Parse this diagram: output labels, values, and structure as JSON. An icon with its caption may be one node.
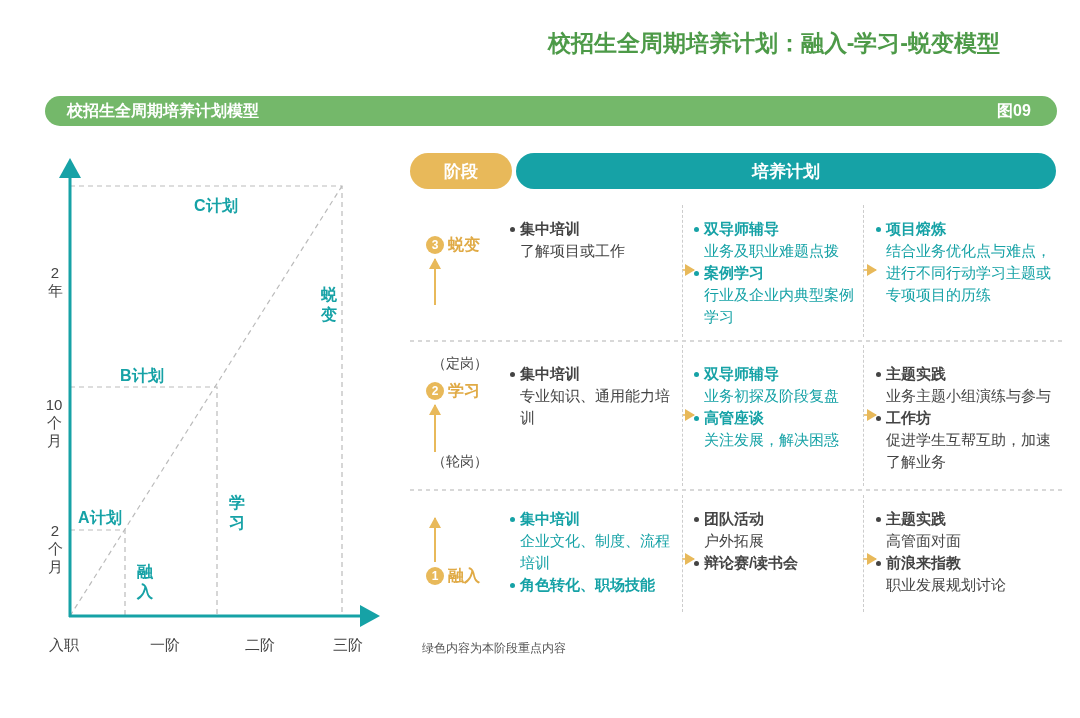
{
  "diagram": {
    "title": "校招生全周期培养计划：融入-学习-蜕变模型",
    "nodes": [
      {
        "text": [
          "阶段"
        ]
      },
      {
        "text": [
          "培养计划"
        ]
      },
      {
        "text": [
          "3",
          "蜕变"
        ]
      },
      {
        "text": [
          "集中培训",
          "了解项目或工作"
        ]
      },
      {
        "text": [
          "双导师辅导",
          "业务及职业难题点拨",
          "案例学习",
          "行业及企业内典型案例学习"
        ]
      },
      {
        "text": [
          "项目熔炼",
          "结合业务优化点与难点，进行不同行动学习主题或专项项目的历练"
        ]
      },
      {
        "text": [
          "2",
          "学习"
        ],
        "beside": [
          "（定岗）"
        ]
      },
      {
        "text": [
          "集中培训",
          "专业知识、通用能力培训"
        ]
      },
      {
        "text": [
          "双导师辅导",
          "业务初探及阶段复盘",
          "高管座谈",
          "关注发展，解决困惑"
        ]
      },
      {
        "text": [
          "主题实践",
          "业务主题小组演练与参与",
          "工作坊",
          "促进学生互帮互助，加速了解业务"
        ]
      },
      {
        "text": [
          "1",
          "融入"
        ]
      },
      {
        "text": [
          "集中培训",
          "企业文化、制度、流程培训",
          "角色转化、职场技能"
        ]
      },
      {
        "text": [
          "团队活动",
          "户外拓展",
          "辩论赛/读书会"
        ]
      },
      {
        "text": [
          "主题实践",
          "高管面对面",
          "前浪来指教",
          "职业发展规划讨论"
        ]
      },
      {
        "text": [
          "（轮岗）"
        ]
      }
    ],
    "edges": [
      {
        "from": 3,
        "to": 4,
        "arrow": "to"
      },
      {
        "from": 4,
        "to": 5,
        "arrow": "to"
      },
      {
        "from": 7,
        "to": 8,
        "arrow": "to"
      },
      {
        "from": 8,
        "to": 9,
        "arrow": "to"
      },
      {
        "from": 11,
        "to": 12,
        "arrow": "to"
      },
      {
        "from": 12,
        "to": 13,
        "arrow": "to"
      },
      {
        "from": null,
        "to": 2,
        "arrow": "to"
      },
      {
        "from": 14,
        "to": 6,
        "arrow": "to"
      },
      {
        "from": 10,
        "to": null,
        "arrow": "to"
      }
    ],
    "labels": [
      "校招生全周期培养计划模型",
      "图09",
      "C计划",
      "2年",
      "蜕变",
      "B计划",
      "10个月",
      "A计划",
      "学习",
      "2个月",
      "融入",
      "入职",
      "一阶",
      "二阶",
      "三阶",
      "绿色内容为本阶段重点内容"
    ]
  }
}
